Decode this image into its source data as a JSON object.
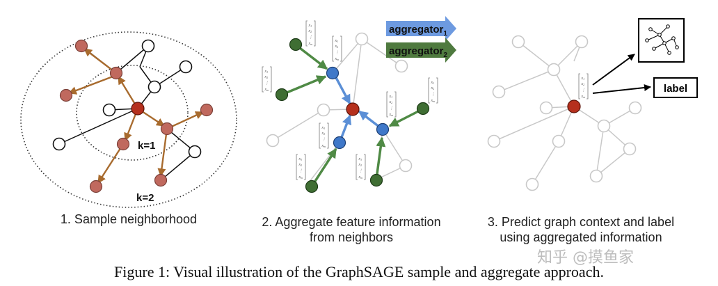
{
  "panels": [
    {
      "label": "1. Sample neighborhood",
      "k1": "k=1",
      "k2": "k=2"
    },
    {
      "label_line1": "2. Aggregate feature information",
      "label_line2": "from neighbors",
      "agg1": "aggregator",
      "agg1_sub": "1",
      "agg2": "aggregator",
      "agg2_sub": "2"
    },
    {
      "label_line1": "3. Predict graph context and label",
      "label_line2": "using aggregated information",
      "label_box": "label"
    }
  ],
  "vector": {
    "x1": "x",
    "s1": "1",
    "x2": "x",
    "s2": "2",
    "xn": "x",
    "sn": "m"
  },
  "caption": "Figure 1: Visual illustration of the GraphSAGE sample and aggregate approach.",
  "watermark": "知乎 @摸鱼家",
  "colors": {
    "red_node": "#b5301d",
    "sampled_node": "#c0695e",
    "blue_node": "#3f78c9",
    "green_node": "#3f6e33",
    "brown_edge": "#a86b2e",
    "green_edge": "#4f8a45",
    "blue_edge": "#5b8fd6",
    "gray": "#c8c8c8"
  }
}
